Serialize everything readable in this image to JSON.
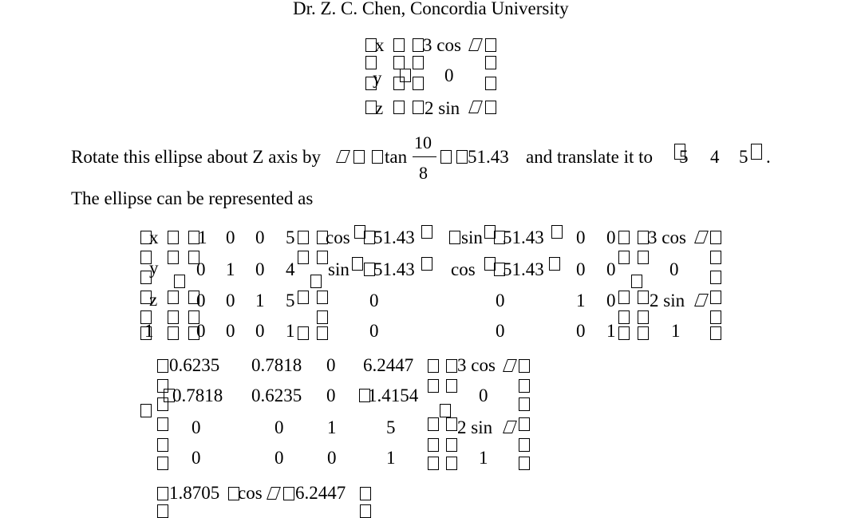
{
  "header": {
    "author": "Dr. Z. C. Chen, Concordia University"
  },
  "param_eq": {
    "rows": [
      {
        "var": "x",
        "expr": "3 cos"
      },
      {
        "var": "y",
        "expr": "0"
      },
      {
        "var": "z",
        "expr": "2 sin"
      }
    ]
  },
  "rotate_line": {
    "text_before": "Rotate this ellipse about Z axis by",
    "func": "tan",
    "numerator": "10",
    "denominator": "8",
    "result": "51.43",
    "text_middle": "and translate it to",
    "t1": "5",
    "t2": "4",
    "t3": "5",
    "period": "."
  },
  "represent_line": {
    "text": "The ellipse can be represented as"
  },
  "big_matrix": {
    "lhs": [
      "x",
      "y",
      "z",
      "1"
    ],
    "T": [
      [
        "1",
        "0",
        "0",
        "5"
      ],
      [
        "0",
        "1",
        "0",
        "4"
      ],
      [
        "0",
        "0",
        "1",
        "5"
      ],
      [
        "0",
        "0",
        "0",
        "1"
      ]
    ],
    "R": {
      "r0c0": "cos",
      "r0c0v": "51.43",
      "r0c1": "sin",
      "r0c1v": "51.43",
      "r0c2": "0",
      "r0c3": "0",
      "r1c0": "sin",
      "r1c0v": "51.43",
      "r1c1": "cos",
      "r1c1v": "51.43",
      "r1c2": "0",
      "r1c3": "0",
      "r2": [
        "0",
        "0",
        "1",
        "0"
      ],
      "r3": [
        "0",
        "0",
        "0",
        "1"
      ]
    },
    "P": [
      "3 cos",
      "0",
      "2 sin",
      "1"
    ]
  },
  "product_matrix": {
    "rows": [
      [
        "0.6235",
        "0.7818",
        "0",
        "6.2447"
      ],
      [
        "0.7818",
        "0.6235",
        "0",
        "1.4154"
      ],
      [
        "0",
        "0",
        "1",
        "5"
      ],
      [
        "0",
        "0",
        "0",
        "1"
      ]
    ],
    "P": [
      "3 cos",
      "0",
      "2 sin",
      "1"
    ]
  },
  "final_line": {
    "coef": "1.8705",
    "func": "cos",
    "const": "6.2447"
  }
}
